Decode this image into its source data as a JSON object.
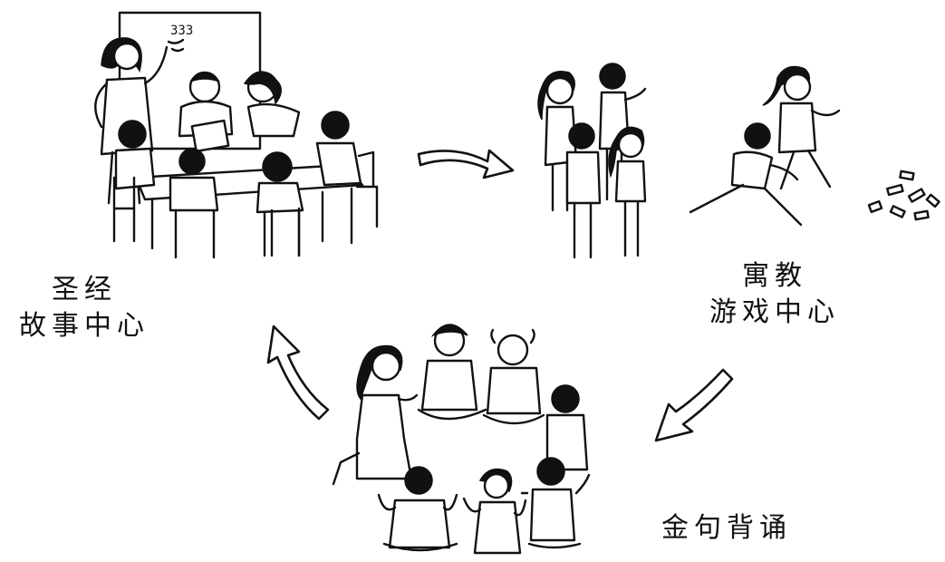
{
  "labels": {
    "story_center": [
      "圣经",
      "故事中心"
    ],
    "game_center": [
      "寓教",
      "游戏中心"
    ],
    "verse_center": [
      "金句背诵"
    ]
  },
  "board_text": "333"
}
